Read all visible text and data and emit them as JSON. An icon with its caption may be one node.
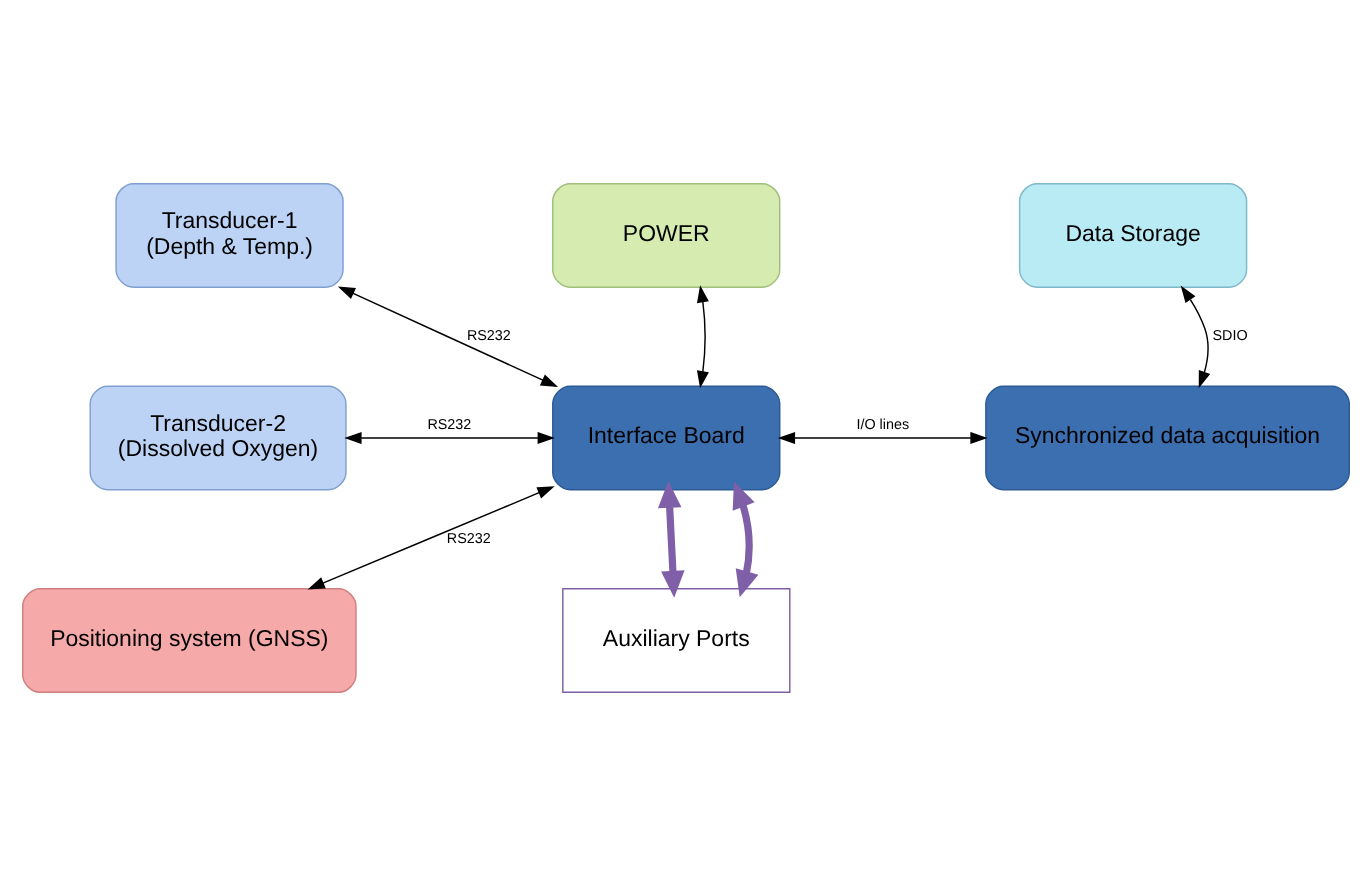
{
  "diagram": {
    "nodes": [
      {
        "text": [
          "Transducer-1",
          "(Depth & Temp.)"
        ]
      },
      {
        "text": [
          "POWER"
        ]
      },
      {
        "text": [
          "Data Storage"
        ]
      },
      {
        "text": [
          "Transducer-2",
          "(Dissolved Oxygen)"
        ]
      },
      {
        "text": [
          "Interface Board"
        ]
      },
      {
        "text": [
          "Synchronized data acquisition"
        ]
      },
      {
        "text": [
          "Positioning system (GNSS)"
        ]
      },
      {
        "text": [
          "Auxiliary Ports"
        ]
      }
    ],
    "edges": [
      {
        "from": 0,
        "to": 4,
        "arrow": "both",
        "label": "RS232"
      },
      {
        "from": 3,
        "to": 4,
        "arrow": "both",
        "label": "RS232"
      },
      {
        "from": 6,
        "to": 4,
        "arrow": "both",
        "label": "RS232"
      },
      {
        "from": 1,
        "to": 4,
        "arrow": "both"
      },
      {
        "from": 4,
        "to": 5,
        "arrow": "both",
        "label": "I/O lines"
      },
      {
        "from": 2,
        "to": 5,
        "arrow": "both",
        "label": "SDIO"
      },
      {
        "from": 4,
        "to": 7,
        "arrow": "both",
        "style": "thick",
        "color": "#7f5fa8"
      },
      {
        "from": 4,
        "to": 7,
        "arrow": "both",
        "style": "thick",
        "color": "#7f5fa8"
      }
    ]
  }
}
